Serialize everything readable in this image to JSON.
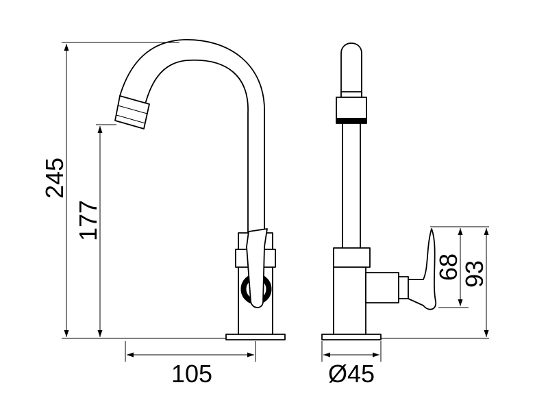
{
  "dimensions": {
    "total_height": "245",
    "spout_height": "177",
    "spout_reach": "105",
    "base_diameter": "Ø45",
    "handle_small": "68",
    "handle_large": "93"
  }
}
